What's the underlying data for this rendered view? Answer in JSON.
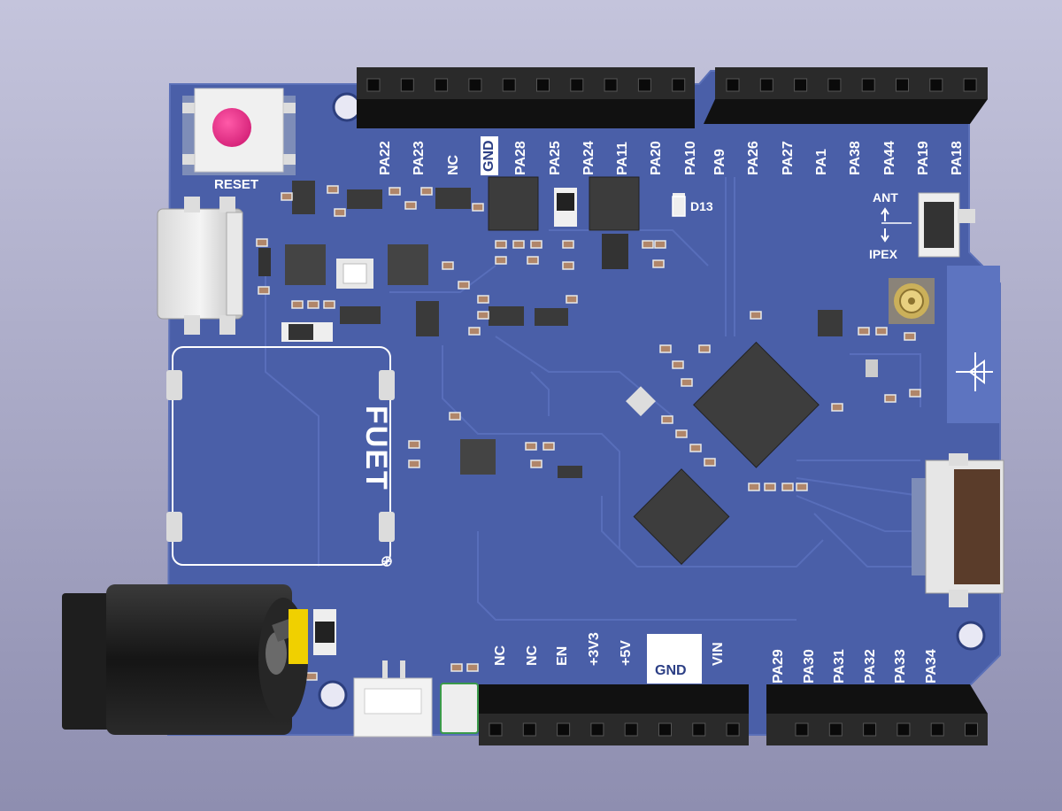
{
  "board": {
    "logo_text": "FUET",
    "reset_label": "RESET",
    "led_label": "D13",
    "antenna_label": "ANT",
    "ipex_label": "IPEX",
    "colors": {
      "background_top": "#c4c4dc",
      "background_bottom": "#8e8eb0",
      "pcb": "#4a5fa8",
      "silkscreen": "#ffffff",
      "reset_cap": "#e0187a",
      "header_black": "#1a1a1a",
      "jumper_yellow": "#f0d000"
    }
  },
  "headers": {
    "top_left_pins": [
      "PA22",
      "PA23",
      "NC",
      "GND",
      "PA28",
      "PA25",
      "PA24",
      "PA11",
      "PA20",
      "PA10"
    ],
    "top_right_pins": [
      "PA9",
      "PA26",
      "PA27",
      "PA1",
      "PA38",
      "PA44",
      "PA19",
      "PA18"
    ],
    "bottom_left_pins": [
      "NC",
      "NC",
      "EN",
      "+3V3",
      "+5V",
      "GND",
      "VIN"
    ],
    "bottom_right_pins": [
      "PA29",
      "PA30",
      "PA31",
      "PA32",
      "PA33",
      "PA34"
    ]
  }
}
